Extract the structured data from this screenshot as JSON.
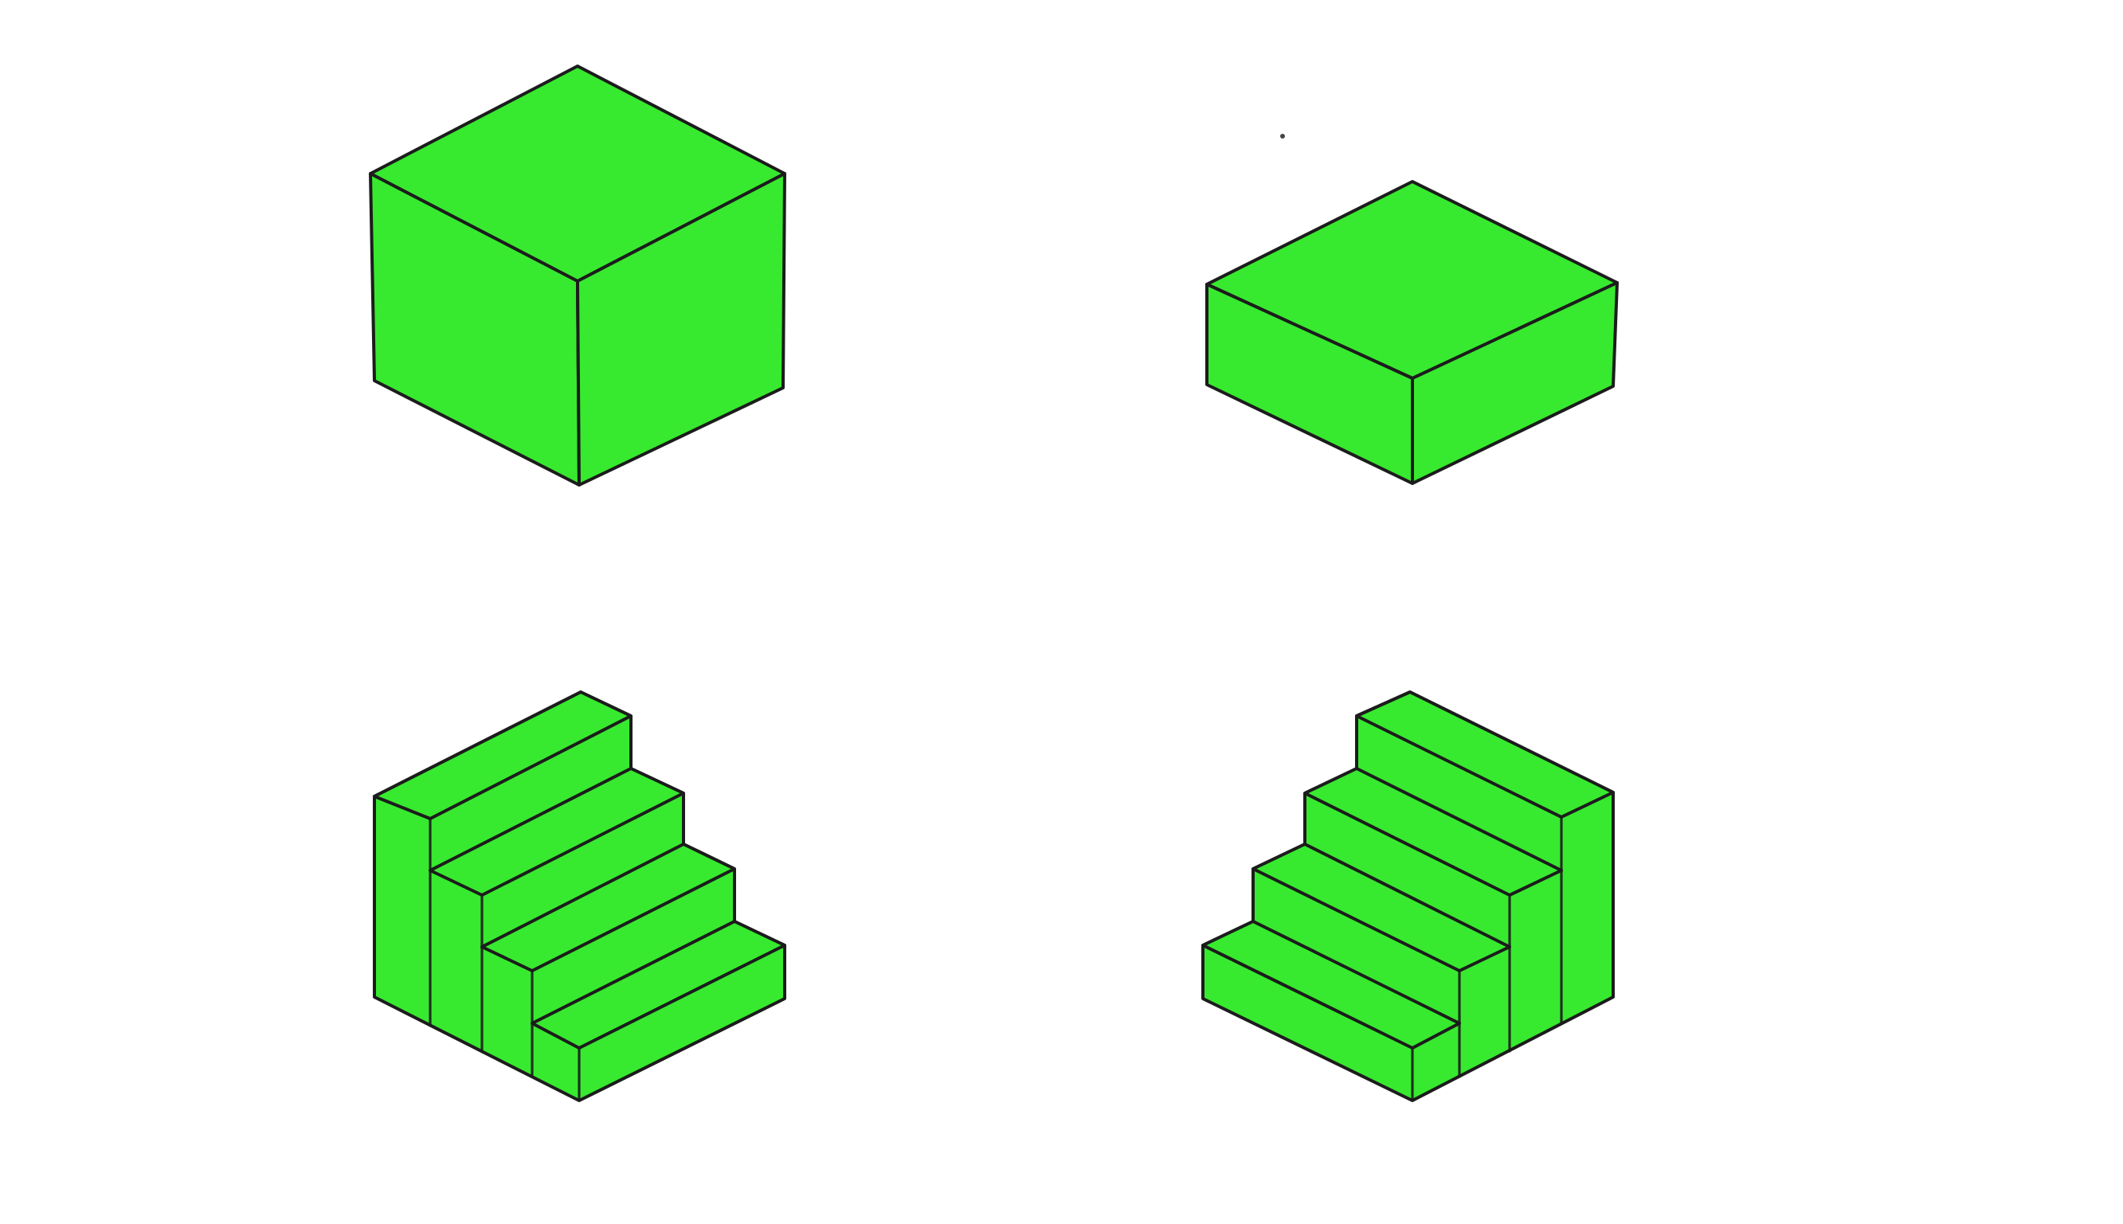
{
  "drawing": {
    "background_color": "#ffffff",
    "fill_color": "#37ea2f",
    "stroke_color": "#1c1c1c",
    "objects": [
      {
        "name": "cube"
      },
      {
        "name": "flat-slab"
      },
      {
        "name": "staircase-ascending-left"
      },
      {
        "name": "staircase-ascending-right"
      }
    ]
  }
}
